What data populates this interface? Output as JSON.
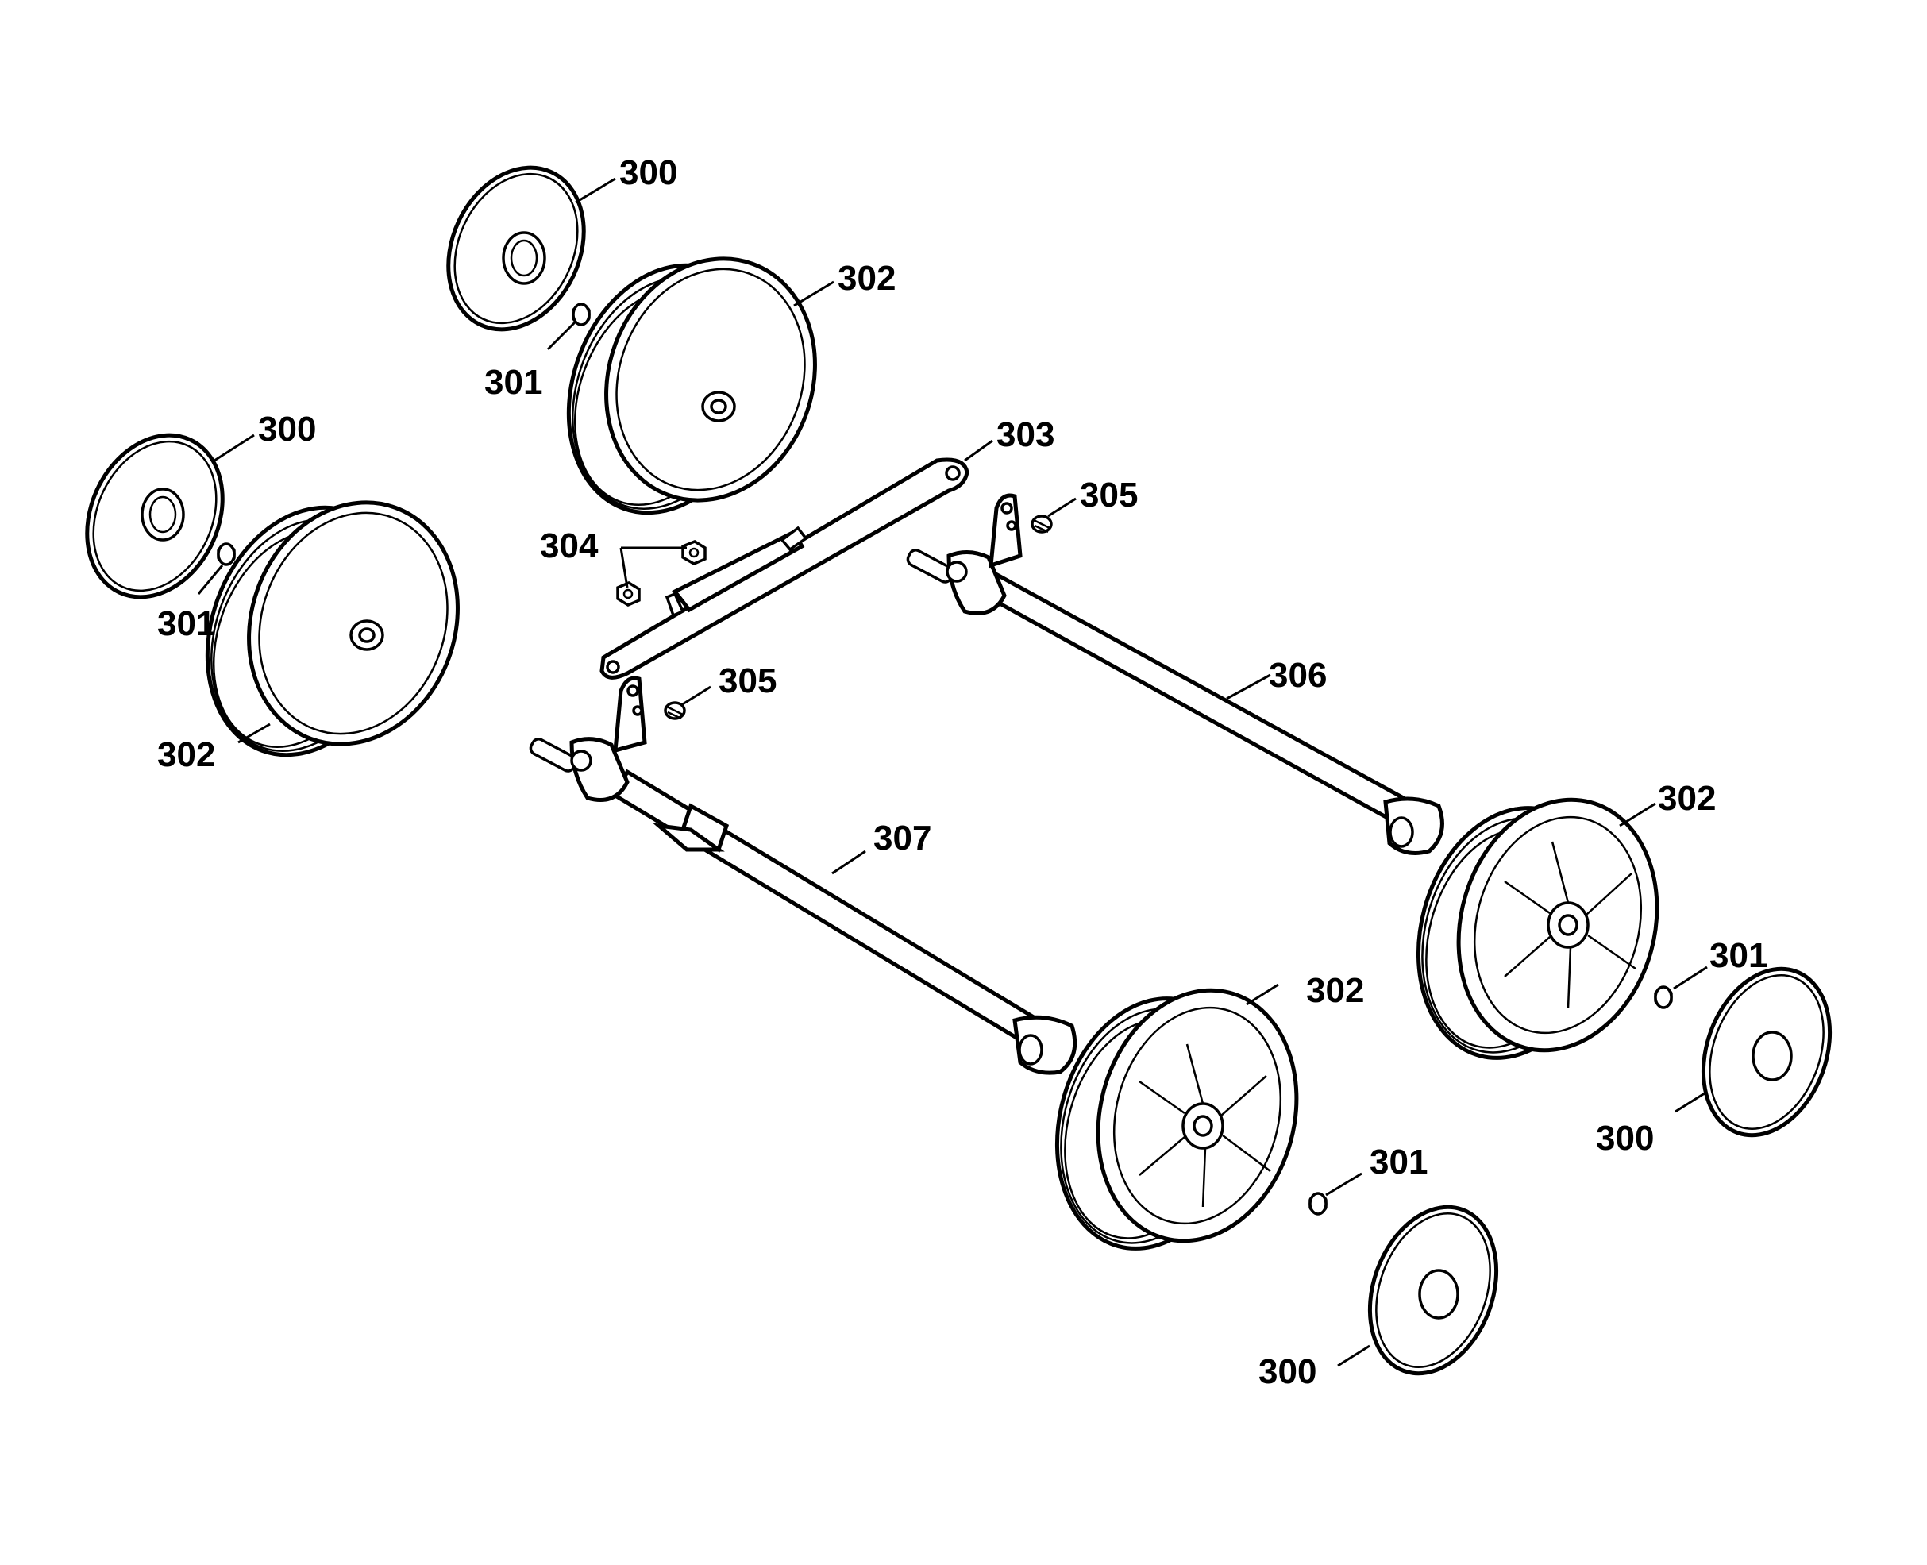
{
  "labels": {
    "disc_top": "300",
    "disc_left": "300",
    "disc_right": "300",
    "disc_bottom": "300",
    "bolt_top": "301",
    "bolt_left": "301",
    "bolt_right": "301",
    "bolt_bottom": "301",
    "wheel_top": "302",
    "wheel_left": "302",
    "wheel_right": "302",
    "wheel_bottom": "302",
    "bracket": "303",
    "nuts": "304",
    "spring_top": "305",
    "spring_left": "305",
    "axle_rear": "306",
    "axle_front": "307"
  }
}
